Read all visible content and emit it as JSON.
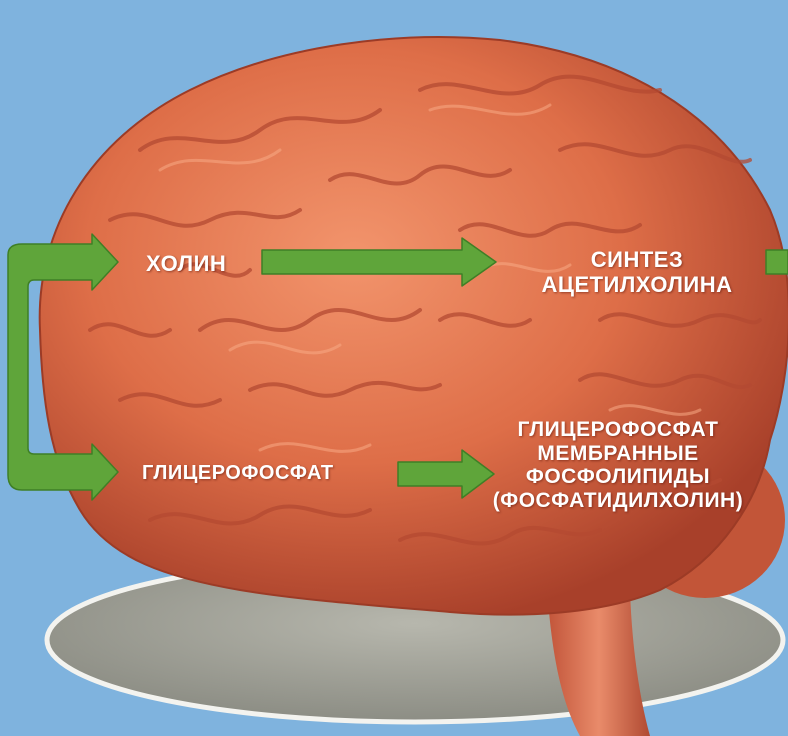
{
  "colors": {
    "background": "#7fb3de",
    "brain": "#d96a44",
    "arrow": "#5fa53a",
    "text": "#ffffff"
  },
  "nodes": {
    "choline": "ХОЛИН",
    "glycerophosphate": "ГЛИЦЕРОФОСФАТ",
    "synthesis": [
      "СИНТЕЗ",
      "АЦЕТИЛХОЛИНА"
    ],
    "membrane": [
      "ГЛИЦЕРОФОСФАТ",
      "МЕМБРАННЫЕ",
      "ФОСФОЛИПИДЫ",
      "(ФОСФАТИДИЛХОЛИН)"
    ]
  },
  "edges": [
    {
      "from": "source",
      "to": "choline"
    },
    {
      "from": "source",
      "to": "glycerophosphate"
    },
    {
      "from": "choline",
      "to": "synthesis"
    },
    {
      "from": "glycerophosphate",
      "to": "membrane"
    },
    {
      "from": "synthesis",
      "to": "out"
    }
  ]
}
